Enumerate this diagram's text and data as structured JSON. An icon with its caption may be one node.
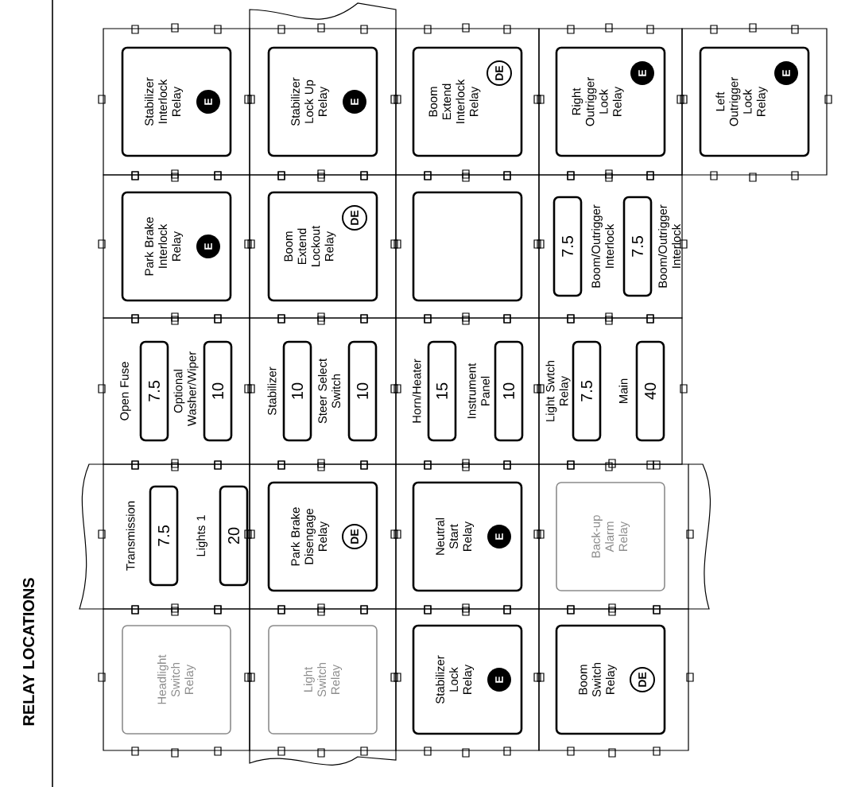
{
  "diagram": {
    "title": "RELAY LOCATIONS",
    "nodes": [
      {
        "text": [
          "Stabilizer Interlock Relay",
          "E"
        ]
      },
      {
        "text": [
          "Stabilizer Lock Up Relay",
          "E"
        ]
      },
      {
        "text": [
          "Boom Extend Interlock Relay",
          "DE"
        ]
      },
      {
        "text": [
          "Right Outrigger Lock Relay",
          "E"
        ]
      },
      {
        "text": [
          "Left Outrigger Lock Relay",
          "E"
        ]
      },
      {
        "text": [
          "Park Brake Interlock Relay",
          "E"
        ]
      },
      {
        "text": [
          "Boom Extend Lockout Relay",
          "DE"
        ]
      },
      {
        "text": [],
        "shape": "box"
      },
      {
        "text": [
          "7.5"
        ],
        "beside": [
          "Boom/Outrigger Interlock"
        ]
      },
      {
        "text": [
          "7.5"
        ],
        "beside": [
          "Boom/Outrigger Interlock"
        ]
      },
      {
        "text": [
          "7.5"
        ],
        "beside": [
          "Open Fuse"
        ]
      },
      {
        "text": [
          "10"
        ],
        "beside": [
          "Optional Washer/Wiper"
        ]
      },
      {
        "text": [
          "10"
        ],
        "beside": [
          "Stabilizer"
        ]
      },
      {
        "text": [
          "10"
        ],
        "beside": [
          "Steer Select Switch"
        ]
      },
      {
        "text": [
          "15"
        ],
        "beside": [
          "Horn/Heater"
        ]
      },
      {
        "text": [
          "10"
        ],
        "beside": [
          "Instrument Panel"
        ]
      },
      {
        "text": [
          "7.5"
        ],
        "beside": [
          "Light Swtch Relay"
        ]
      },
      {
        "text": [
          "40"
        ],
        "beside": [
          "Main"
        ]
      },
      {
        "text": [
          "7.5"
        ],
        "beside": [
          "Transmission"
        ]
      },
      {
        "text": [
          "20"
        ],
        "beside": [
          "Lights 1"
        ]
      },
      {
        "text": [
          "Park Brake Disengage Relay",
          "DE"
        ]
      },
      {
        "text": [
          "Neutral Start Relay",
          "E"
        ]
      },
      {
        "text": [
          "Back-up Alarm Relay"
        ]
      },
      {
        "text": [
          "Headlight Switch Relay"
        ]
      },
      {
        "text": [
          "Light Switch Relay"
        ]
      },
      {
        "text": [
          "Stabilizer Lock Relay",
          "E"
        ]
      },
      {
        "text": [
          "Boom Switch Relay",
          "DE"
        ]
      }
    ]
  }
}
